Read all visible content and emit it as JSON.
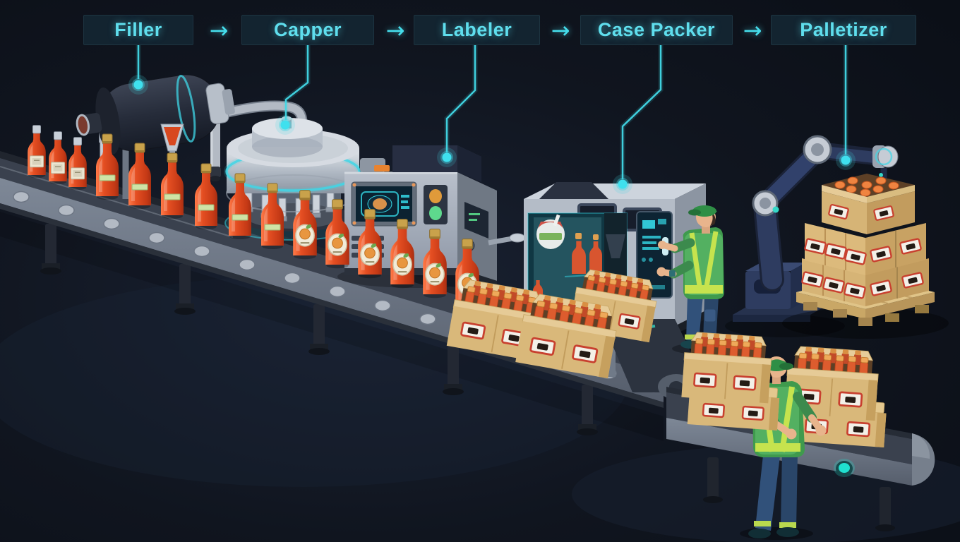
{
  "flow": {
    "arrow_glyph": "→",
    "stages": [
      {
        "label": "Filler"
      },
      {
        "label": "Capper"
      },
      {
        "label": "Labeler"
      },
      {
        "label": "Case Packer"
      },
      {
        "label": "Palletizer"
      }
    ]
  },
  "scene": {
    "description": "Isometric bottling production line",
    "workers_visible": 2,
    "conveyors_visible": 2,
    "robot_arms_visible": 1,
    "pallet_box_layers": 3
  },
  "colors": {
    "background": "#0e1420",
    "label_box_bg": "#132430",
    "label_text": "#5fdeed",
    "accent_cyan": "#41d8e6",
    "bottle_red": "#e04a22",
    "bottle_cap_gold": "#c9a24b",
    "carton_tan": "#d9b87a",
    "carton_label_red": "#c8402f",
    "machine_grey": "#b4bcc7",
    "robot_navy": "#2e3c60",
    "vest_green": "#55b264",
    "hi_vis_yellow": "#c6e34e",
    "jeans_blue": "#31517a"
  }
}
